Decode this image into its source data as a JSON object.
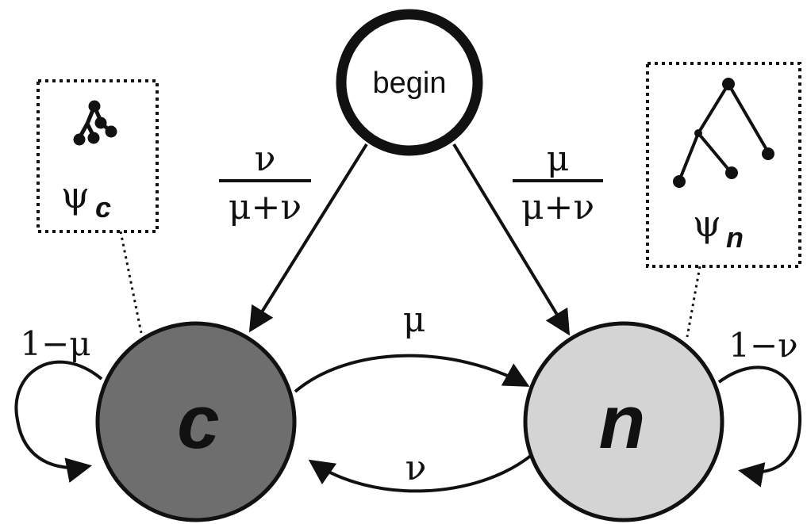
{
  "nodes": {
    "begin": {
      "label": "begin"
    },
    "c": {
      "label": "c",
      "fill": "#6e6e6e"
    },
    "n": {
      "label": "n",
      "fill": "#d4d4d4"
    }
  },
  "edges": {
    "begin_to_c": {
      "numerator": "ν",
      "denominator": "μ+ν"
    },
    "begin_to_n": {
      "numerator": "μ",
      "denominator": "μ+ν"
    },
    "c_to_n": {
      "label": "μ"
    },
    "n_to_c": {
      "label": "ν"
    },
    "c_self": {
      "label": "1−μ"
    },
    "n_self": {
      "label": "1−ν"
    }
  },
  "trees": {
    "c": {
      "symbol": "ψ",
      "subscript": "c"
    },
    "n": {
      "symbol": "ψ",
      "subscript": "n"
    }
  }
}
